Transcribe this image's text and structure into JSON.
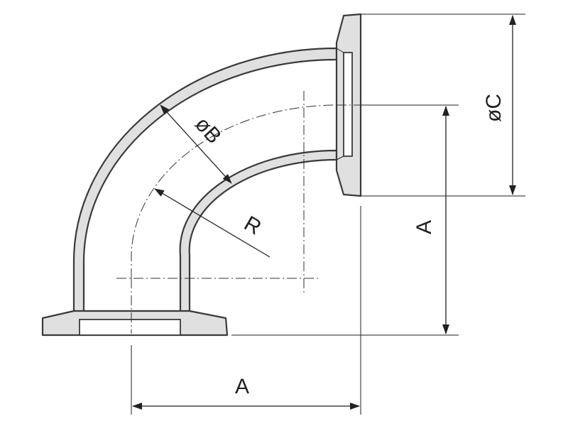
{
  "labels": {
    "dim_a_horizontal": "A",
    "dim_a_vertical": "A",
    "dim_r": "R",
    "dim_b": "øB",
    "dim_c": "øC"
  },
  "colors": {
    "part_fill": "#e0e0e0",
    "outline": "#3a3a3a",
    "dimension": "#222222",
    "background": "#ffffff"
  }
}
